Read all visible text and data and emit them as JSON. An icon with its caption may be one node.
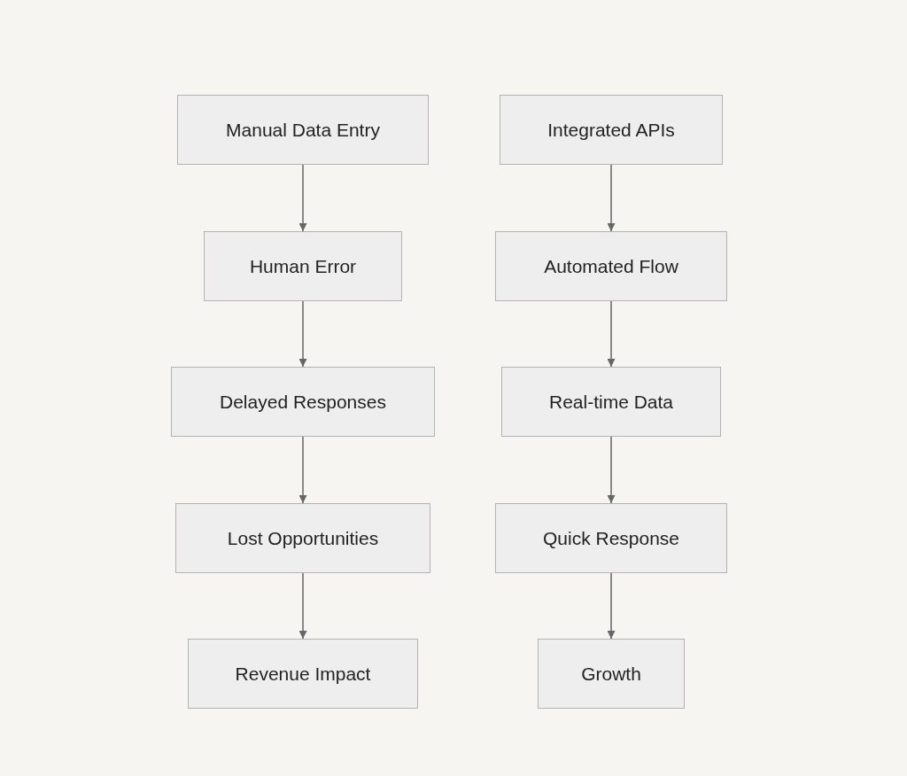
{
  "diagram": {
    "nodes": [
      {
        "text": [
          "Manual Data Entry"
        ]
      },
      {
        "text": [
          "Human Error"
        ]
      },
      {
        "text": [
          "Delayed Responses"
        ]
      },
      {
        "text": [
          "Lost Opportunities"
        ]
      },
      {
        "text": [
          "Revenue Impact"
        ]
      },
      {
        "text": [
          "Integrated APIs"
        ]
      },
      {
        "text": [
          "Automated Flow"
        ]
      },
      {
        "text": [
          "Real-time Data"
        ]
      },
      {
        "text": [
          "Quick Response"
        ]
      },
      {
        "text": [
          "Growth"
        ]
      }
    ],
    "edges": [
      {
        "from": 0,
        "to": 1,
        "arrow": "to"
      },
      {
        "from": 1,
        "to": 2,
        "arrow": "to"
      },
      {
        "from": 2,
        "to": 3,
        "arrow": "to"
      },
      {
        "from": 3,
        "to": 4,
        "arrow": "to"
      },
      {
        "from": 5,
        "to": 6,
        "arrow": "to"
      },
      {
        "from": 6,
        "to": 7,
        "arrow": "to"
      },
      {
        "from": 7,
        "to": 8,
        "arrow": "to"
      },
      {
        "from": 8,
        "to": 9,
        "arrow": "to"
      }
    ]
  }
}
